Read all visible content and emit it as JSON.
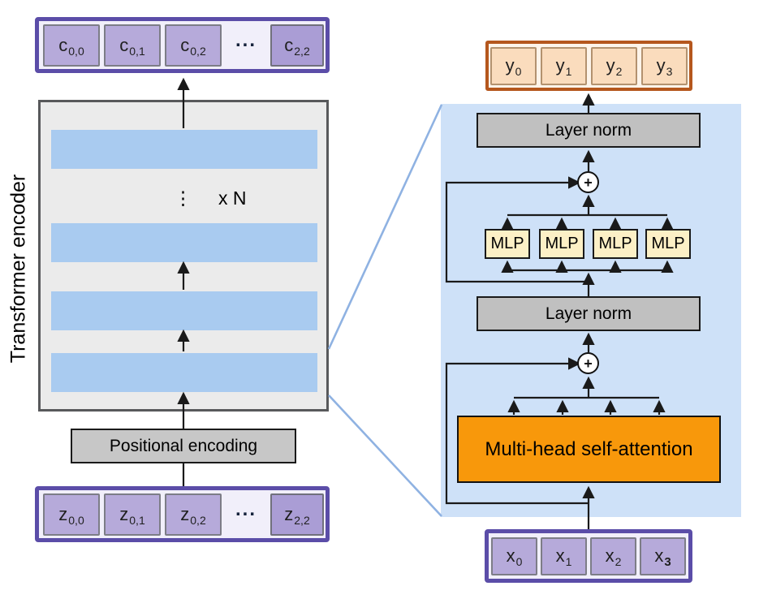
{
  "diagram": {
    "left": {
      "encoder_label": "Transformer encoder",
      "vdots": "⋮",
      "repeat_label": "x N",
      "positional_label": "Positional encoding",
      "output_tokens": {
        "ellipsis": "...",
        "items": [
          {
            "base": "c",
            "sub": "0,0"
          },
          {
            "base": "c",
            "sub": "0,1"
          },
          {
            "base": "c",
            "sub": "0,2"
          },
          {
            "base": "c",
            "sub": "2,2"
          }
        ]
      },
      "input_tokens": {
        "ellipsis": "...",
        "items": [
          {
            "base": "z",
            "sub": "0,0"
          },
          {
            "base": "z",
            "sub": "0,1"
          },
          {
            "base": "z",
            "sub": "0,2"
          },
          {
            "base": "z",
            "sub": "2,2"
          }
        ]
      }
    },
    "right": {
      "layer_norm_top": "Layer norm",
      "layer_norm_bottom": "Layer norm",
      "add_symbol": "+",
      "mlp_labels": [
        "MLP",
        "MLP",
        "MLP",
        "MLP"
      ],
      "attention_label": "Multi-head self-attention",
      "output_tokens": {
        "items": [
          {
            "base": "y",
            "sub": "0"
          },
          {
            "base": "y",
            "sub": "1"
          },
          {
            "base": "y",
            "sub": "2"
          },
          {
            "base": "y",
            "sub": "3"
          }
        ]
      },
      "input_tokens": {
        "items": [
          {
            "base": "x",
            "sub": "0"
          },
          {
            "base": "x",
            "sub": "1"
          },
          {
            "base": "x",
            "sub": "2"
          },
          {
            "base": "x",
            "sub": "3"
          }
        ]
      }
    },
    "colors": {
      "panel_blue": "#cee1f8",
      "bar_blue": "#a9cbf0",
      "connector_blue": "#8fb2e2",
      "attention_orange": "#f8980b",
      "token_purple": "#b6aada",
      "purple_border": "#5b4da8",
      "peach_token": "#fadcbd",
      "orange_border": "#b5571d",
      "mlp_yellow": "#fcf0c6",
      "gray_box": "#c7c7c7"
    }
  }
}
